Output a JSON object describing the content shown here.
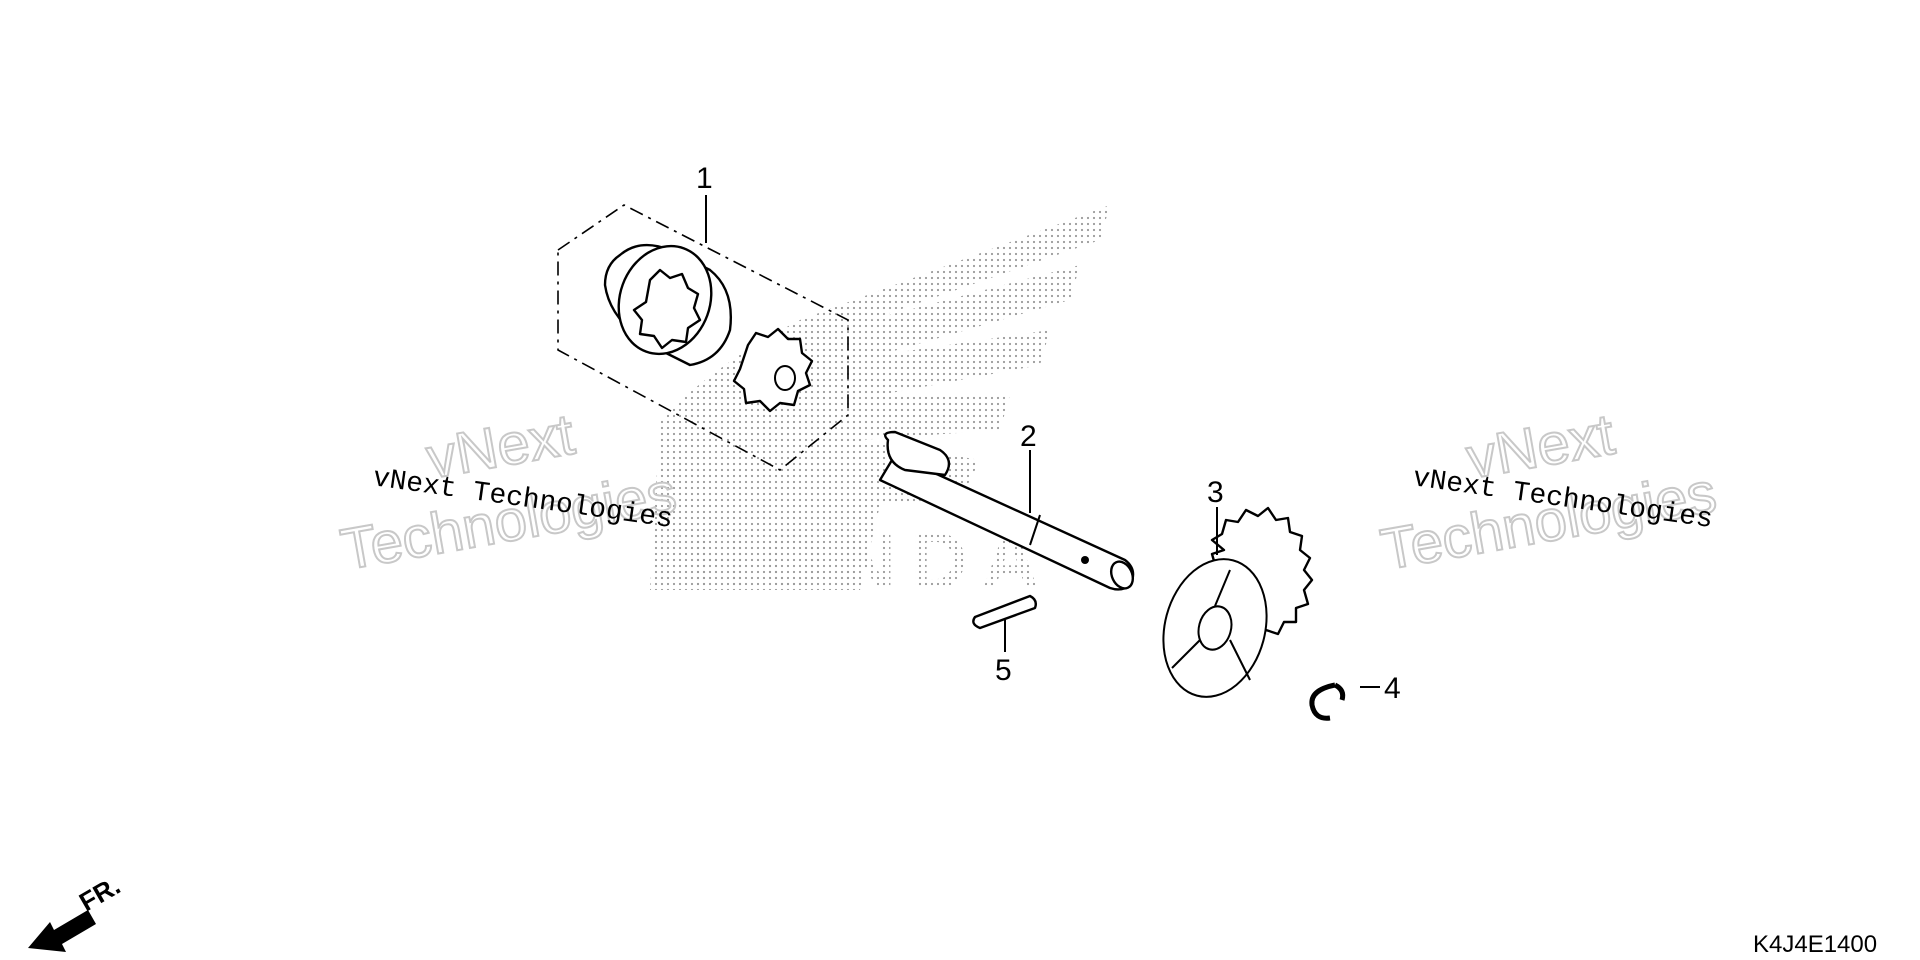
{
  "diagram": {
    "callouts": [
      {
        "id": "1",
        "label": "1"
      },
      {
        "id": "2",
        "label": "2"
      },
      {
        "id": "3",
        "label": "3"
      },
      {
        "id": "4",
        "label": "4"
      },
      {
        "id": "5",
        "label": "5"
      }
    ],
    "direction_label": "FR.",
    "drawing_code": "K4J4E1400",
    "watermark": {
      "line1": "vNext",
      "line2": "Technologies",
      "caption": "vNext Technologies"
    }
  }
}
